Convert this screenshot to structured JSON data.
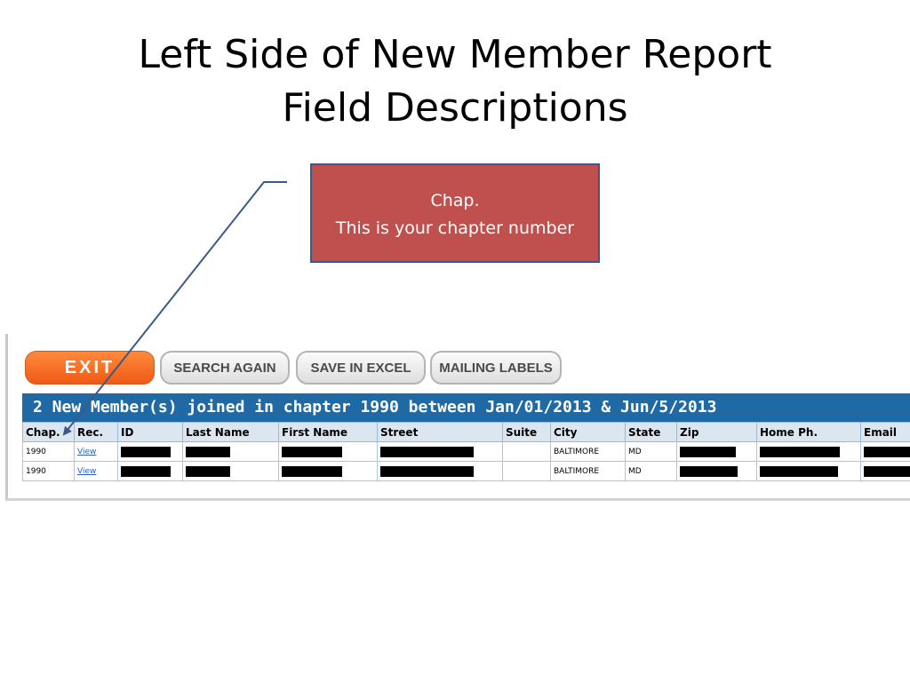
{
  "slide": {
    "title_line1": "Left Side of New Member Report",
    "title_line2": "Field Descriptions"
  },
  "callout": {
    "heading": "Chap.",
    "text": "This is your chapter number"
  },
  "toolbar": {
    "exit_label": "EXIT",
    "search_again_label": "SEARCH AGAIN",
    "save_excel_label": "SAVE IN EXCEL",
    "mailing_labels_label": "MAILING LABELS"
  },
  "report": {
    "banner": "2 New Member(s) joined in chapter 1990 between Jan/01/2013 & Jun/5/2013",
    "columns": [
      "Chap.",
      "Rec.",
      "ID",
      "Last Name",
      "First Name",
      "Street",
      "Suite",
      "City",
      "State",
      "Zip",
      "Home Ph.",
      "Email"
    ],
    "rows": [
      {
        "chap": "1990",
        "rec": "View",
        "city": "BALTIMORE",
        "state": "MD"
      },
      {
        "chap": "1990",
        "rec": "View",
        "city": "BALTIMORE",
        "state": "MD"
      }
    ]
  },
  "colors": {
    "callout_fill": "#c0504d",
    "callout_border": "#3b5a8a",
    "banner": "#1f6aa5",
    "exit_button": "#f05a16",
    "arrow": "#3b5a8a"
  }
}
